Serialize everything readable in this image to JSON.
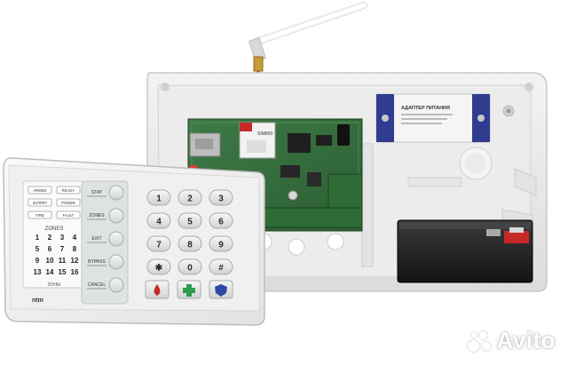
{
  "board": {
    "module_label": "SIM800",
    "adapter_title": "АДАПТЕР ПИТАНИЯ"
  },
  "keypad": {
    "status_buttons": [
      {
        "label": "ARMED"
      },
      {
        "label": "READY"
      },
      {
        "label": "ЗАПРЕТ"
      },
      {
        "label": "POWER"
      },
      {
        "label": "FIRE"
      },
      {
        "label": "FAULT"
      }
    ],
    "zones_title": "ZONES",
    "zones_footer": "ЗОНЫ",
    "zones": [
      "1",
      "2",
      "3",
      "4",
      "5",
      "6",
      "7",
      "8",
      "9",
      "10",
      "11",
      "12",
      "13",
      "14",
      "15",
      "16"
    ],
    "brand": "ntm",
    "function_keys": [
      {
        "label": "STAY"
      },
      {
        "label": "ZONES"
      },
      {
        "label": "EXIT"
      },
      {
        "label": "BYPASS"
      },
      {
        "label": "CANCEL"
      }
    ],
    "digit_keys": [
      "1",
      "2",
      "3",
      "4",
      "5",
      "6",
      "7",
      "8",
      "9",
      "✱",
      "0",
      "#"
    ]
  },
  "watermark": {
    "text": "Avito"
  }
}
